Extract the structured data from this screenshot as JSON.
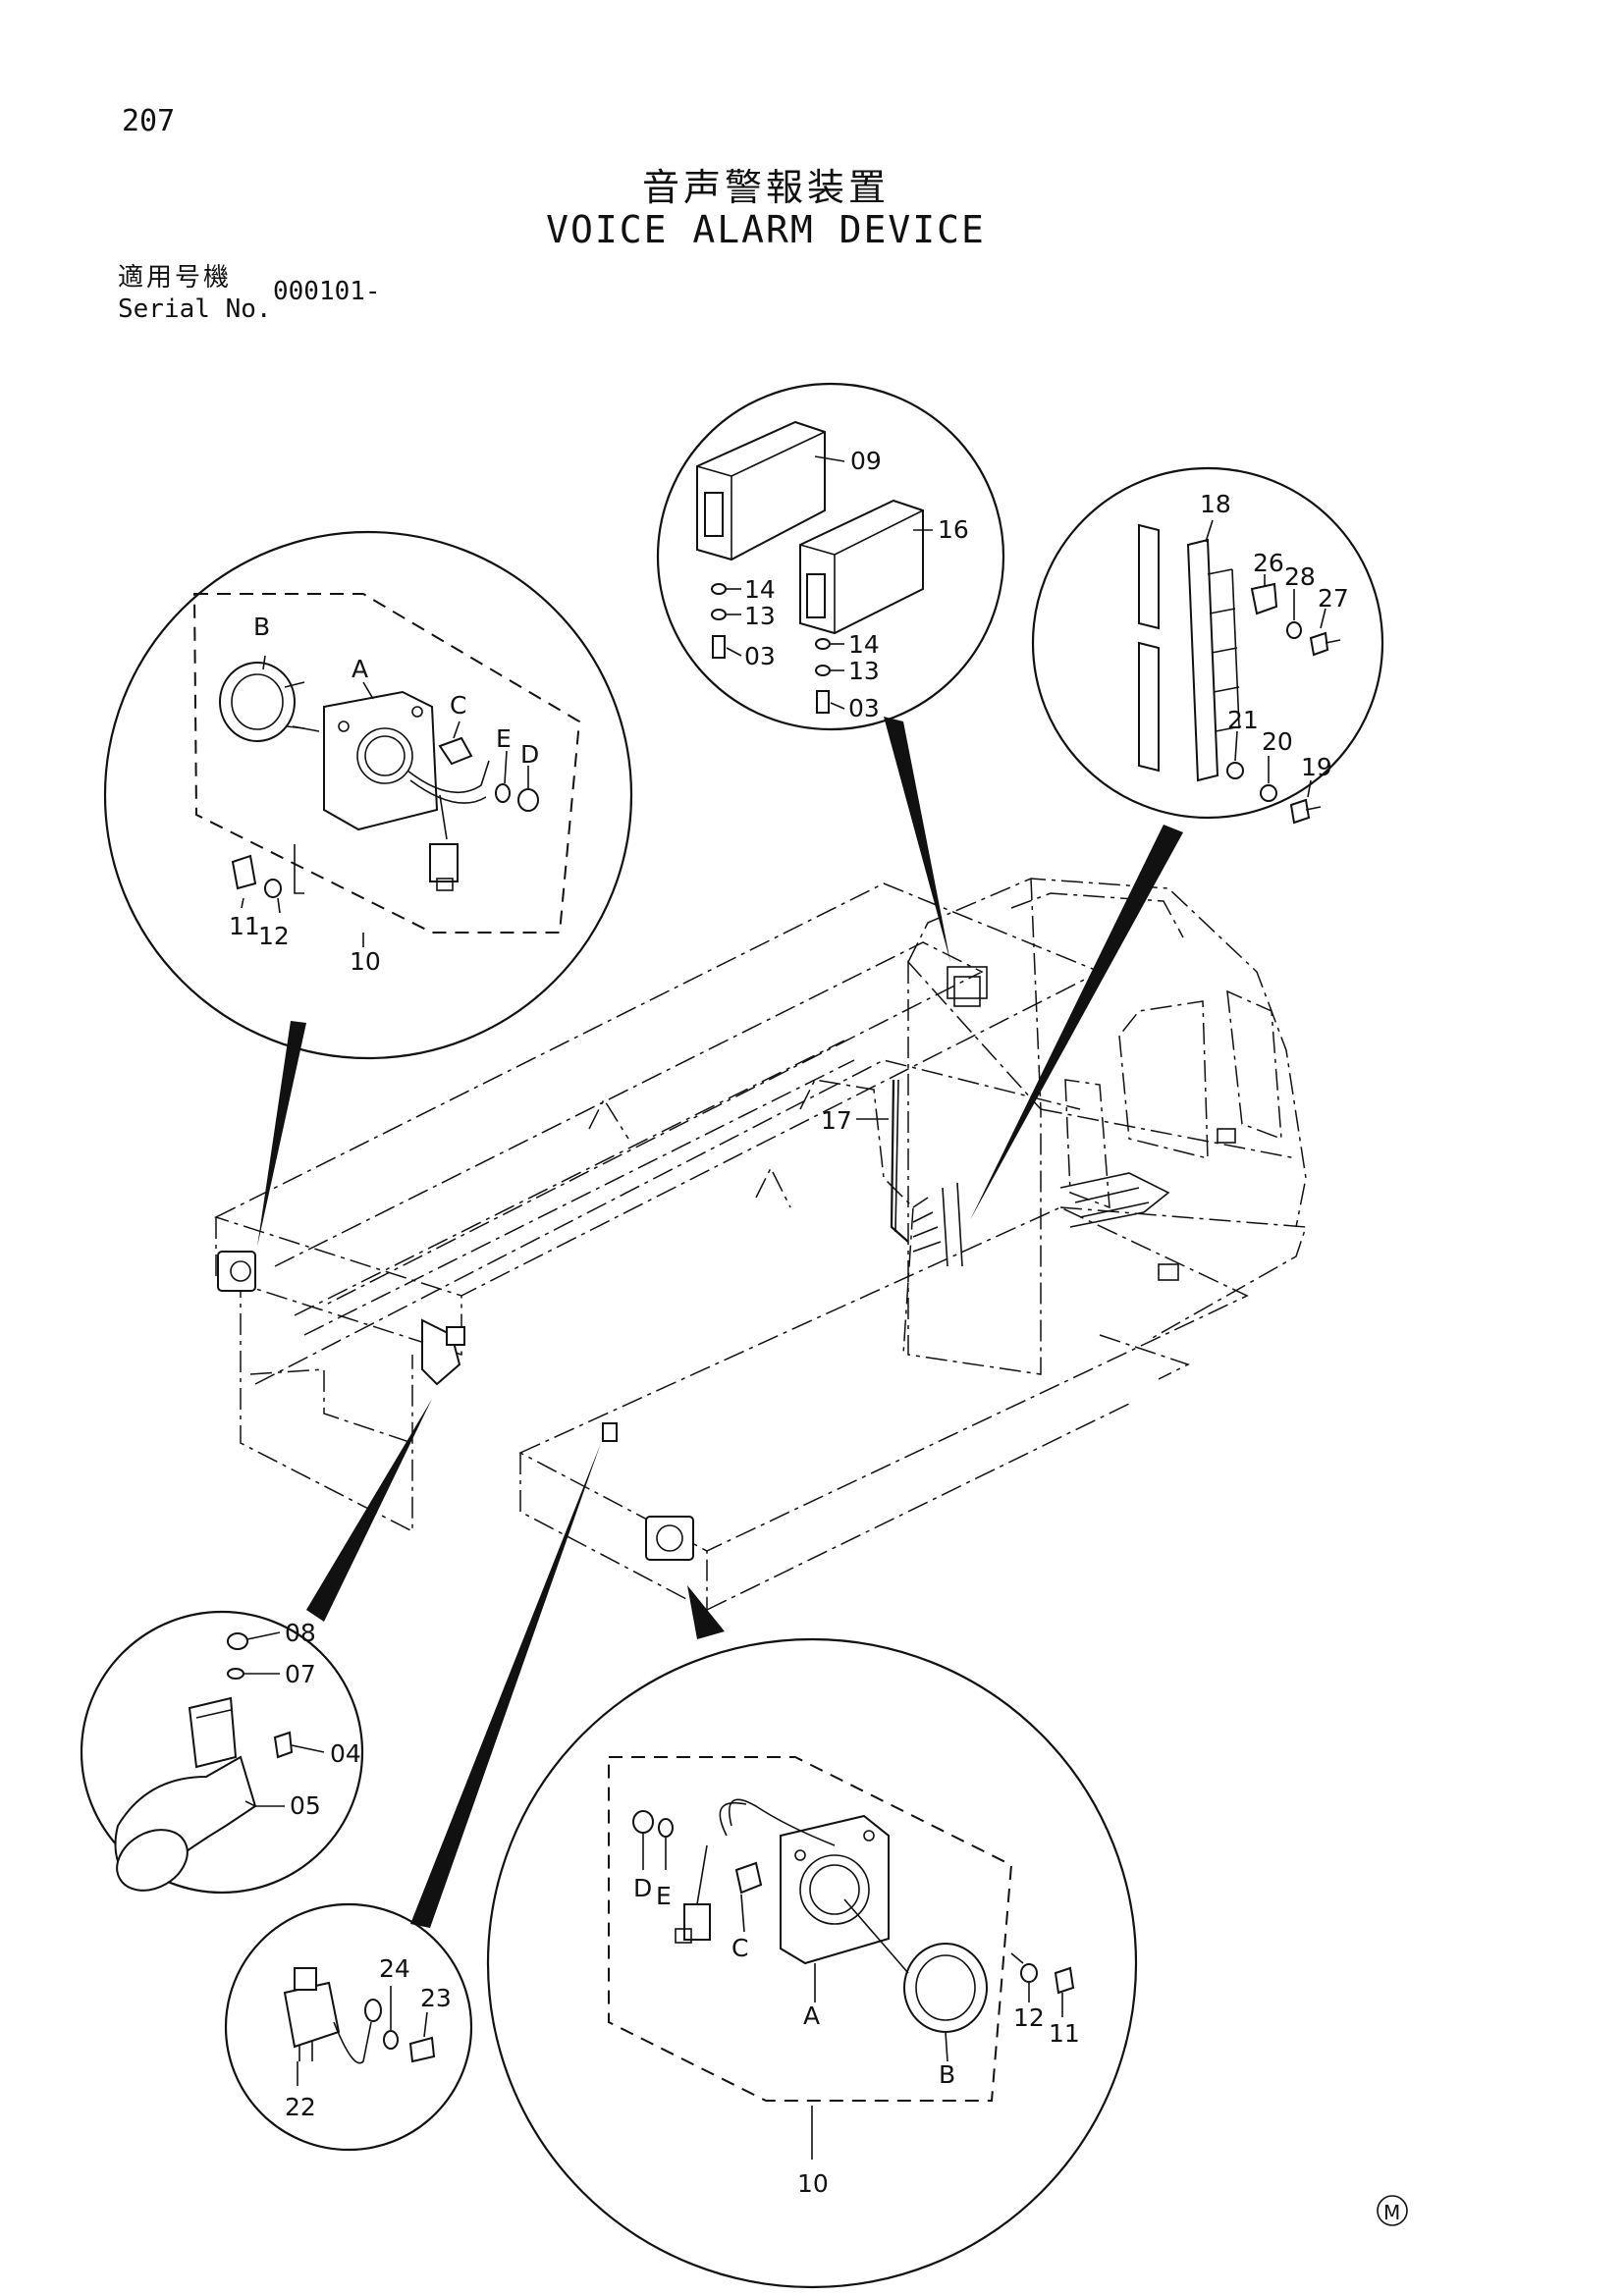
{
  "page": {
    "number": "207",
    "title_jp": "音声警報装置",
    "title_en": "VOICE ALARM DEVICE",
    "serial_label_jp": "適用号機",
    "serial_label_en": "Serial No.",
    "serial_value": "000101-",
    "mark": "M"
  },
  "callouts": {
    "assy_left": {
      "B": "B",
      "A": "A",
      "C": "C",
      "E": "E",
      "D": "D",
      "p11": "11",
      "p12": "12",
      "p10": "10"
    },
    "controller": {
      "p09": "09",
      "p16": "16",
      "p14a": "14",
      "p13a": "13",
      "p03a": "03",
      "p14b": "14",
      "p13b": "13",
      "p03b": "03"
    },
    "bracket": {
      "p18": "18",
      "p26": "26",
      "p28": "28",
      "p27": "27",
      "p21": "21",
      "p20": "20",
      "p19": "19"
    },
    "harness": {
      "p17": "17"
    },
    "speaker": {
      "p08": "08",
      "p07": "07",
      "p04": "04",
      "p05": "05"
    },
    "relay": {
      "p24": "24",
      "p23": "23",
      "p22": "22"
    },
    "assy_right": {
      "D": "D",
      "E": "E",
      "C": "C",
      "A": "A",
      "B": "B",
      "p12": "12",
      "p11": "11",
      "p10": "10"
    }
  }
}
